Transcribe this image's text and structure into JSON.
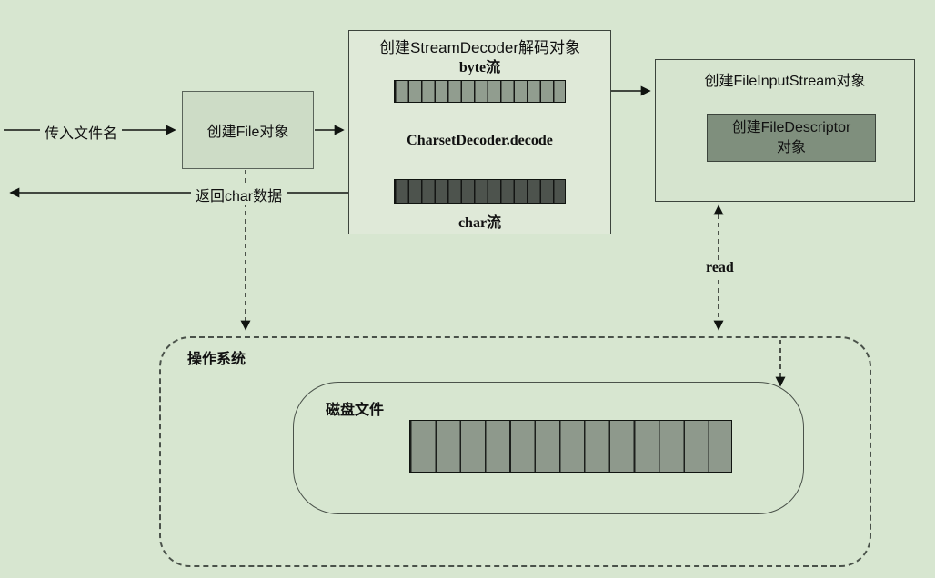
{
  "colors": {
    "canvas_bg": "#d7e6d0",
    "box_light": "#cddcc6",
    "decoder_bg": "#dfe9d8",
    "fis_bg": "#d6e4cf",
    "descriptor_bg": "#7f8f7d",
    "byte_bar": "#919d8f",
    "char_bar": "#4d534d",
    "disk_bar": "#8e998c"
  },
  "nodes": {
    "file_object_title": "创建File对象",
    "stream_decoder_title": "创建StreamDecoder解码对象",
    "byte_stream_label": "byte流",
    "decode_label": "CharsetDecoder.decode",
    "char_stream_label": "char流",
    "file_input_stream_title": "创建FileInputStream对象",
    "file_descriptor_line1": "创建FileDescriptor",
    "file_descriptor_line2": "对象",
    "os_label": "操作系统",
    "disk_file_label": "磁盘文件"
  },
  "edges": {
    "pass_filename": "传入文件名",
    "return_char_data": "返回char数据",
    "read": "read"
  },
  "bars": {
    "byte_bar_segments": 13,
    "char_bar_segments": 13,
    "disk_bar_segments": 13
  }
}
